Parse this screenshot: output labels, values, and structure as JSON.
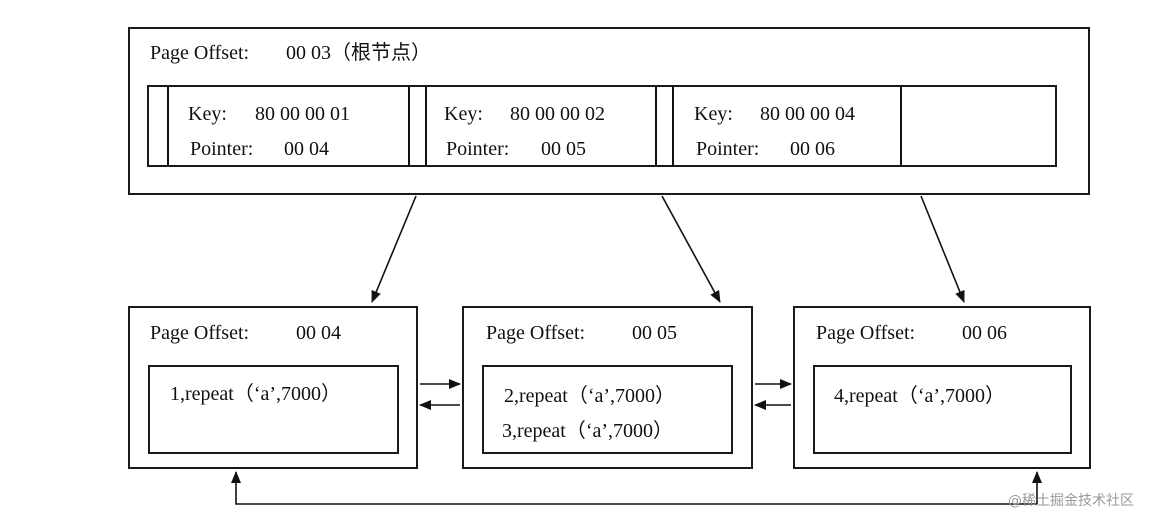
{
  "root": {
    "page_offset_label": "Page Offset:",
    "page_offset_value": "00 03（根节点）",
    "entries": [
      {
        "key_label": "Key:",
        "key": "80 00 00 01",
        "pointer_label": "Pointer:",
        "pointer": "00 04"
      },
      {
        "key_label": "Key:",
        "key": "80 00 00 02",
        "pointer_label": "Pointer:",
        "pointer": "00 05"
      },
      {
        "key_label": "Key:",
        "key": "80 00 00 04",
        "pointer_label": "Pointer:",
        "pointer": "00 06"
      }
    ]
  },
  "leaves": [
    {
      "page_offset_label": "Page Offset:",
      "page_offset_value": "00 04",
      "records": [
        "1,repeat（‘a’,7000）"
      ]
    },
    {
      "page_offset_label": "Page Offset:",
      "page_offset_value": "00 05",
      "records": [
        "2,repeat（‘a’,7000）",
        "3,repeat（‘a’,7000）"
      ]
    },
    {
      "page_offset_label": "Page Offset:",
      "page_offset_value": "00 06",
      "records": [
        "4,repeat（‘a’,7000）"
      ]
    }
  ],
  "watermark": "@稀土掘金技术社区"
}
